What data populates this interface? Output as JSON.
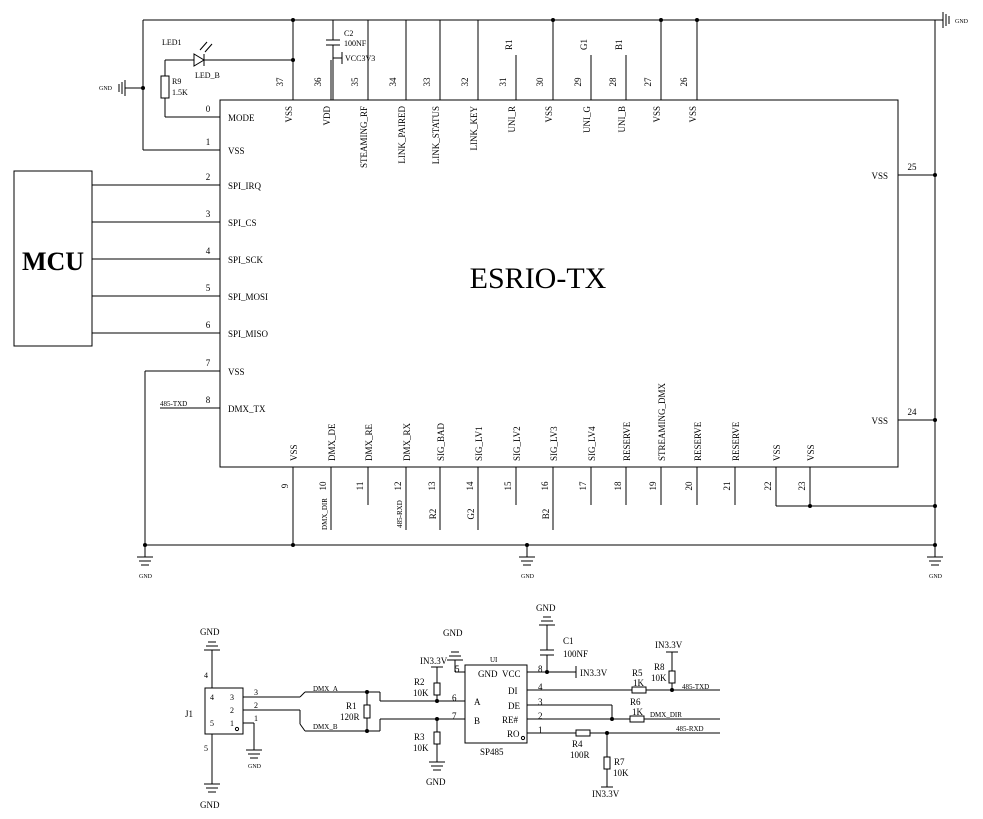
{
  "chip": {
    "name": "ESRIO-TX",
    "top_pins": [
      {
        "num": "37",
        "name": "VSS"
      },
      {
        "num": "36",
        "name": "VDD"
      },
      {
        "num": "35",
        "name": "STEAMING_RF"
      },
      {
        "num": "34",
        "name": "LINK_PAIRED"
      },
      {
        "num": "33",
        "name": "LINK_STATUS"
      },
      {
        "num": "32",
        "name": "LINK_KEY"
      },
      {
        "num": "31",
        "name": "UNI_R",
        "net": "R1"
      },
      {
        "num": "30",
        "name": "VSS"
      },
      {
        "num": "29",
        "name": "UNI_G",
        "net": "G1"
      },
      {
        "num": "28",
        "name": "UNI_B",
        "net": "B1"
      },
      {
        "num": "27",
        "name": "VSS"
      },
      {
        "num": "26",
        "name": "VSS"
      }
    ],
    "left_pins": [
      {
        "num": "0",
        "name": "MODE"
      },
      {
        "num": "1",
        "name": "VSS"
      },
      {
        "num": "2",
        "name": "SPI_IRQ"
      },
      {
        "num": "3",
        "name": "SPI_CS"
      },
      {
        "num": "4",
        "name": "SPI_SCK"
      },
      {
        "num": "5",
        "name": "SPI_MOSI"
      },
      {
        "num": "6",
        "name": "SPI_MISO"
      },
      {
        "num": "7",
        "name": "VSS"
      },
      {
        "num": "8",
        "name": "DMX_TX",
        "net": "485-TXD"
      }
    ],
    "bottom_pins": [
      {
        "num": "9",
        "name": "VSS"
      },
      {
        "num": "10",
        "name": "DMX_DE",
        "net": "DMX_DIR"
      },
      {
        "num": "11",
        "name": "DMX_RE"
      },
      {
        "num": "12",
        "name": "DMX_RX",
        "net": "485-RXD"
      },
      {
        "num": "13",
        "name": "SIG_BAD",
        "net": "R2"
      },
      {
        "num": "14",
        "name": "SIG_LV1",
        "net": "G2"
      },
      {
        "num": "15",
        "name": "SIG_LV2"
      },
      {
        "num": "16",
        "name": "SIG_LV3",
        "net": "B2"
      },
      {
        "num": "17",
        "name": "SIG_LV4"
      },
      {
        "num": "18",
        "name": "RESERVE"
      },
      {
        "num": "19",
        "name": "STREAMING_DMX"
      },
      {
        "num": "20",
        "name": "RESERVE"
      },
      {
        "num": "21",
        "name": "RESERVE"
      },
      {
        "num": "22",
        "name": "VSS"
      },
      {
        "num": "23",
        "name": "VSS"
      }
    ],
    "right_pins": [
      {
        "num": "25",
        "name": "VSS"
      },
      {
        "num": "24",
        "name": "VSS"
      }
    ]
  },
  "mcu": {
    "label": "MCU"
  },
  "top_parts": {
    "led": {
      "ref": "LED1",
      "value": "LED_B"
    },
    "r9": {
      "ref": "R9",
      "value": "1.5K"
    },
    "c2": {
      "ref": "C2",
      "value": "100NF",
      "net": "VCC3V3"
    },
    "gnd": "GND"
  },
  "bottom": {
    "ic": {
      "ref": "UI",
      "name": "SP485",
      "pins_left": [
        {
          "num": "5",
          "name": "GND"
        },
        {
          "num": "6",
          "name": "A"
        },
        {
          "num": "7",
          "name": "B"
        }
      ],
      "pins_right": [
        {
          "num": "8",
          "name": "VCC"
        },
        {
          "num": "4",
          "name": "DI"
        },
        {
          "num": "3",
          "name": "DE"
        },
        {
          "num": "2",
          "name": "RE#"
        },
        {
          "num": "1",
          "name": "RO"
        }
      ]
    },
    "j1": {
      "ref": "J1",
      "pins": [
        "4",
        "3",
        "2",
        "1",
        "5"
      ]
    },
    "r1": {
      "ref": "R1",
      "value": "120R"
    },
    "r2": {
      "ref": "R2",
      "value": "10K"
    },
    "r3": {
      "ref": "R3",
      "value": "10K"
    },
    "r4": {
      "ref": "R4",
      "value": "100R"
    },
    "r5": {
      "ref": "R5",
      "value": "1K"
    },
    "r6": {
      "ref": "R6",
      "value": "1K"
    },
    "r7": {
      "ref": "R7",
      "value": "10K"
    },
    "r8": {
      "ref": "R8",
      "value": "10K"
    },
    "c1": {
      "ref": "C1",
      "value": "100NF"
    },
    "nets": {
      "dmx_a": "DMX_A",
      "dmx_b": "DMX_B",
      "vcc": "IN3.3V",
      "txd": "485-TXD",
      "rxd": "485-RXD",
      "dir": "DMX_DIR",
      "gnd": "GND"
    }
  }
}
